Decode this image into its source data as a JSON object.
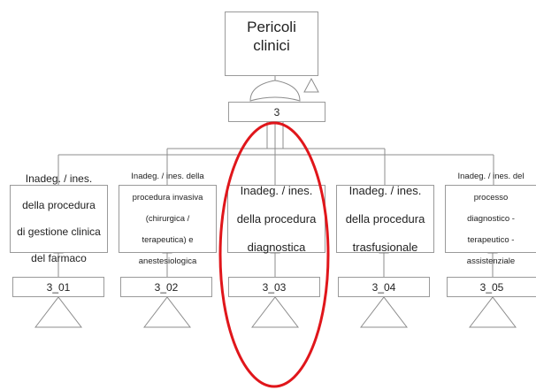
{
  "diagram": {
    "top_event": {
      "label_line1": "Pericoli",
      "label_line2": "clinici"
    },
    "gate_id": "3",
    "events": [
      {
        "lines": [
          "Inadeg. / ines.",
          "della procedura",
          "di gestione clinica",
          "del farmaco"
        ],
        "id": "3_01"
      },
      {
        "lines": [
          "Inadeg. / ines. della",
          "procedura invasiva",
          "(chirurgica /",
          "terapeutica) e",
          "anestesiologica"
        ],
        "id": "3_02"
      },
      {
        "lines": [
          "Inadeg. / ines.",
          "della procedura",
          "diagnostica"
        ],
        "id": "3_03"
      },
      {
        "lines": [
          "Inadeg. / ines.",
          "della procedura",
          "trasfusionale"
        ],
        "id": "3_04"
      },
      {
        "lines": [
          "Inadeg. / ines. del",
          "processo",
          "diagnostico -",
          "terapeutico -",
          "assistenziale"
        ],
        "id": "3_05"
      }
    ],
    "highlight_color": "#e0161b",
    "line_color": "#8c8c8c"
  }
}
